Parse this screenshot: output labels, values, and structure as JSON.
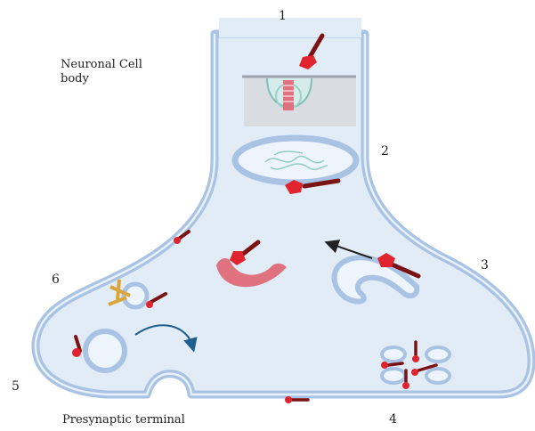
{
  "labels": {
    "cell_body_line1": "Neuronal Cell",
    "cell_body_line2": "body",
    "presynaptic": "Presynaptic terminal"
  },
  "numbers": {
    "n1": "1",
    "n2": "2",
    "n3": "3",
    "n4": "4",
    "n5": "5",
    "n6": "6"
  },
  "colors": {
    "membrane": "#a9c3e4",
    "membrane_inner": "#e4edf8",
    "cytoplasm": "#e2ecf7",
    "toxin_red": "#e0242f",
    "toxin_dark": "#7a1414",
    "receptor_pink": "#e0717f",
    "receptor_gold": "#d9a63c",
    "arrow_blue": "#1f5f8f",
    "arrow_black": "#222222"
  }
}
